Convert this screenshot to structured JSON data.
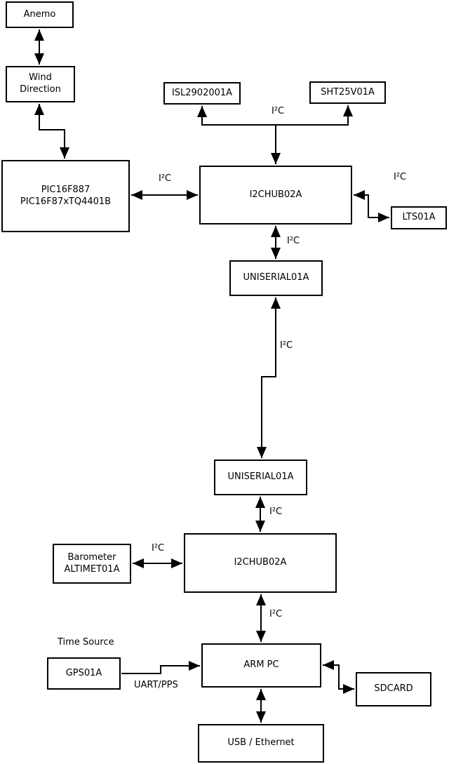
{
  "diagram": {
    "background": "#ffffff",
    "line_color": "#000000",
    "nodes": {
      "anemo": "Anemo",
      "wind_direction": "Wind\nDirection",
      "pic": "PIC16F887\nPIC16F87xTQ4401B",
      "isl": "ISL2902001A",
      "sht": "SHT25V01A",
      "i2c_hub_upper": "I2CHUB02A",
      "lts": "LTS01A",
      "uniserial_upper": "UNISERIAL01A",
      "uniserial_lower": "UNISERIAL01A",
      "i2c_hub_lower": "I2CHUB02A",
      "barometer": "Barometer\nALTIMET01A",
      "arm_pc": "ARM PC",
      "gps": "GPS01A",
      "sdcard": "SDCARD",
      "usb_ethernet": "USB / Ethernet"
    },
    "labels": {
      "i2c": "I²C",
      "time_source": "Time Source",
      "uart_pps": "UART/PPS"
    }
  }
}
